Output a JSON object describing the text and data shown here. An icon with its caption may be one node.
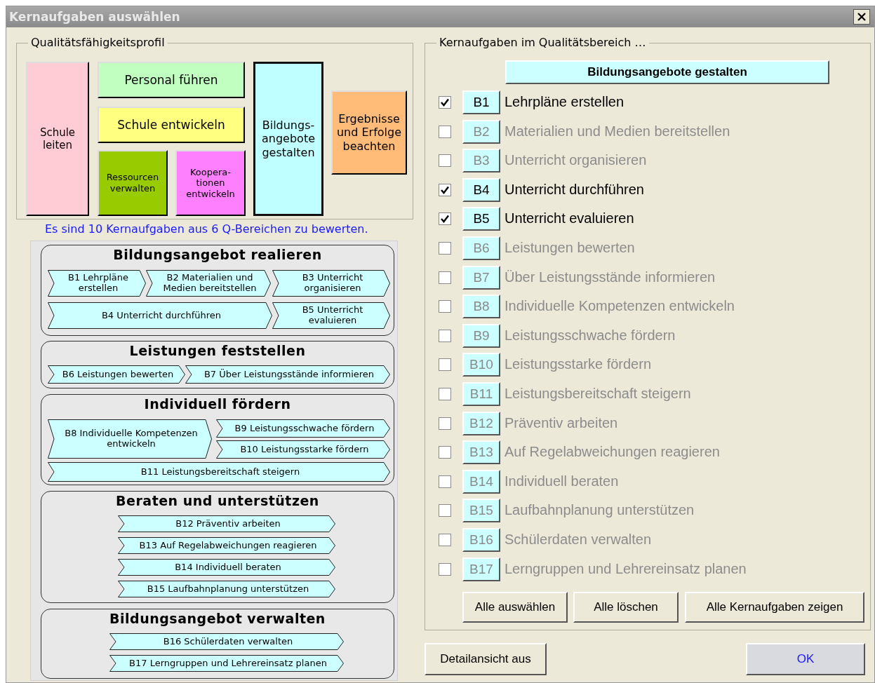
{
  "diagram": {
    "title": "Kernaufgaben auswählen",
    "nodes": [
      {
        "text": [
          "Qualitätsfähigkeitsprofil"
        ]
      },
      {
        "text": [
          "Schule leiten"
        ],
        "in": 0
      },
      {
        "text": [
          "Personal führen"
        ],
        "in": 0
      },
      {
        "text": [
          "Schule entwickeln"
        ],
        "in": 0
      },
      {
        "text": [
          "Ressourcen verwalten"
        ],
        "in": 0
      },
      {
        "text": [
          "Koopera- tionen entwickeln"
        ],
        "in": 0
      },
      {
        "text": [
          "Bildungs- angebote gestalten"
        ],
        "in": 0
      },
      {
        "text": [
          "Ergebnisse und Erfolge beachten"
        ],
        "in": 0
      },
      {
        "text": [
          "Bildungsangebot realieren"
        ]
      },
      {
        "text": [
          "B1 Lehrpläne erstellen"
        ],
        "in": 8
      },
      {
        "text": [
          "B2 Materialien und Medien bereitstellen"
        ],
        "in": 8
      },
      {
        "text": [
          "B3 Unterricht organisieren"
        ],
        "in": 8
      },
      {
        "text": [
          "B4 Unterricht durchführen"
        ],
        "in": 8
      },
      {
        "text": [
          "B5 Unterricht evaluieren"
        ],
        "in": 8
      },
      {
        "text": [
          "Leistungen feststellen"
        ]
      },
      {
        "text": [
          "B6 Leistungen bewerten"
        ],
        "in": 14
      },
      {
        "text": [
          "B7 Über Leistungsstände informieren"
        ],
        "in": 14
      },
      {
        "text": [
          "Individuell fördern"
        ]
      },
      {
        "text": [
          "B8 Individuelle Kompetenzen entwickeln"
        ],
        "in": 17
      },
      {
        "text": [
          "B9 Leistungsschwache fördern"
        ],
        "in": 17
      },
      {
        "text": [
          "B10 Leistungsstarke fördern"
        ],
        "in": 17
      },
      {
        "text": [
          "B11 Leistungsbereitschaft steigern"
        ],
        "in": 17
      },
      {
        "text": [
          "Beraten und unterstützen"
        ]
      },
      {
        "text": [
          "B12 Präventiv arbeiten"
        ],
        "in": 22
      },
      {
        "text": [
          "B13 Auf Regelabweichungen reagieren"
        ],
        "in": 22
      },
      {
        "text": [
          "B14 Individuell beraten"
        ],
        "in": 22
      },
      {
        "text": [
          "B15 Laufbahnplanung unterstützen"
        ],
        "in": 22
      },
      {
        "text": [
          "Bildungsangebot verwalten"
        ]
      },
      {
        "text": [
          "B16 Schülerdaten verwalten"
        ],
        "in": 27
      },
      {
        "text": [
          "B17 Lerngruppen und Lehrereinsatz planen"
        ],
        "in": 27
      },
      {
        "text": [
          "Kernaufgaben im Qualitätsbereich …"
        ]
      },
      {
        "text": [
          "Bildungsangebote gestalten"
        ],
        "in": 30
      },
      {
        "text": [
          "B1"
        ],
        "beside": [
          "Lehrpläne erstellen"
        ],
        "in": 30
      },
      {
        "text": [
          "B2"
        ],
        "beside": [
          "Materialien und Medien bereitstellen"
        ],
        "in": 30
      },
      {
        "text": [
          "B3"
        ],
        "beside": [
          "Unterricht organisieren"
        ],
        "in": 30
      },
      {
        "text": [
          "B4"
        ],
        "beside": [
          "Unterricht durchführen"
        ],
        "in": 30
      },
      {
        "text": [
          "B5"
        ],
        "beside": [
          "Unterricht evaluieren"
        ],
        "in": 30
      },
      {
        "text": [
          "B6"
        ],
        "beside": [
          "Leistungen bewerten"
        ],
        "in": 30
      },
      {
        "text": [
          "B7"
        ],
        "beside": [
          "Über Leistungsstände informieren"
        ],
        "in": 30
      },
      {
        "text": [
          "B8"
        ],
        "beside": [
          "Individuelle Kompetenzen entwickeln"
        ],
        "in": 30
      },
      {
        "text": [
          "B9"
        ],
        "beside": [
          "Leistungsschwache fördern"
        ],
        "in": 30
      },
      {
        "text": [
          "B10"
        ],
        "beside": [
          "Leistungsstarke fördern"
        ],
        "in": 30
      },
      {
        "text": [
          "B11"
        ],
        "beside": [
          "Leistungsbereitschaft steigern"
        ],
        "in": 30
      },
      {
        "text": [
          "B12"
        ],
        "beside": [
          "Präventiv arbeiten"
        ],
        "in": 30
      },
      {
        "text": [
          "B13"
        ],
        "beside": [
          "Auf Regelabweichungen reagieren"
        ],
        "in": 30
      },
      {
        "text": [
          "B14"
        ],
        "beside": [
          "Individuell beraten"
        ],
        "in": 30
      },
      {
        "text": [
          "B15"
        ],
        "beside": [
          "Laufbahnplanung unterstützen"
        ],
        "in": 30
      },
      {
        "text": [
          "B16"
        ],
        "beside": [
          "Schülerdaten verwalten"
        ],
        "in": 30
      },
      {
        "text": [
          "B17"
        ],
        "beside": [
          "Lerngruppen und Lehrereinsatz planen"
        ],
        "in": 30
      },
      {
        "text": [
          "Alle auswählen"
        ],
        "in": 30
      },
      {
        "text": [
          "Alle löschen"
        ],
        "in": 30
      },
      {
        "text": [
          "Alle Kernaufgaben zeigen"
        ],
        "in": 30
      },
      {
        "text": [
          "Detailansicht aus"
        ]
      },
      {
        "text": [
          "OK"
        ]
      }
    ],
    "labels": [
      "Es sind 10 Kernaufgaben aus 6 Q-Bereichen zu bewerten."
    ]
  }
}
